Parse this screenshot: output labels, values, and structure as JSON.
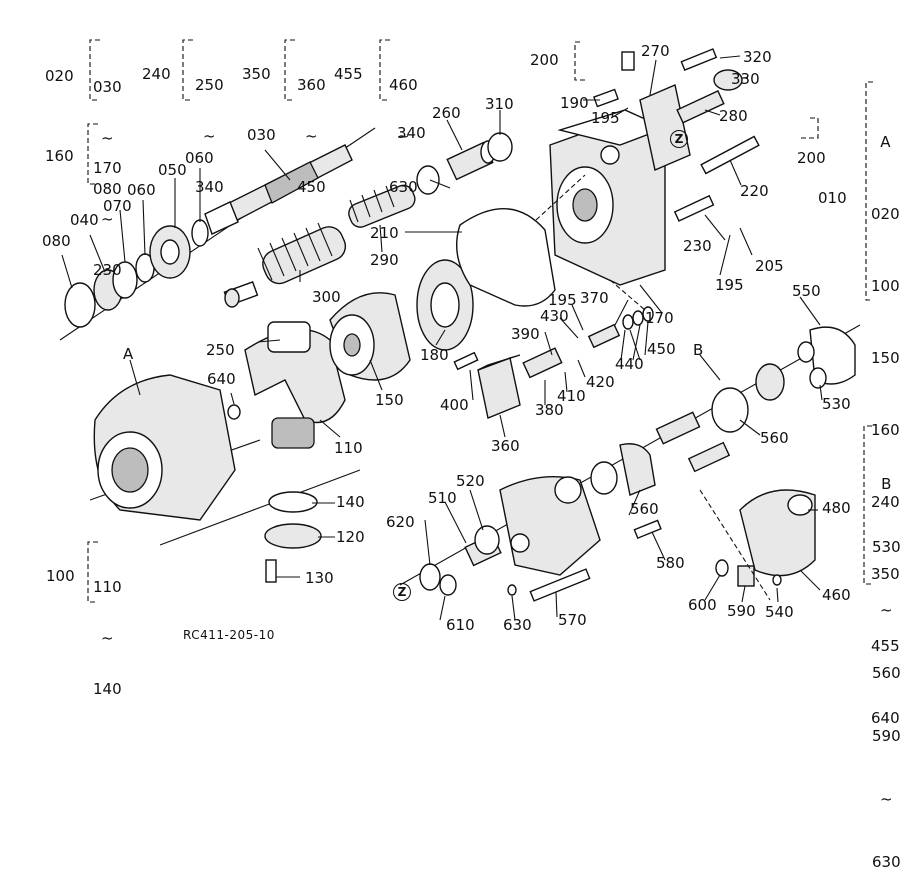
{
  "footer_code": "RC411-205-10",
  "zone_marker": "Z",
  "groups": [
    {
      "key": "g020",
      "label": "020",
      "range": [
        "030",
        "~",
        "080"
      ]
    },
    {
      "key": "g240",
      "label": "240",
      "range": [
        "250",
        "~",
        "340"
      ]
    },
    {
      "key": "g350",
      "label": "350",
      "range": [
        "360",
        "~",
        "450"
      ]
    },
    {
      "key": "g455",
      "label": "455",
      "range": [
        "460",
        "~",
        "630"
      ]
    },
    {
      "key": "g160",
      "label": "160",
      "range": [
        "170",
        "~",
        "230"
      ]
    },
    {
      "key": "g100",
      "label": "100",
      "range": [
        "110",
        "~",
        "140"
      ]
    },
    {
      "key": "gA",
      "label": "010",
      "range": [
        "A",
        "020",
        "100",
        "150",
        "160",
        "240",
        "350",
        "455",
        "640"
      ]
    },
    {
      "key": "gB",
      "label": "B",
      "range": [
        "530",
        "~",
        "560",
        "590",
        "~",
        "630"
      ]
    }
  ],
  "callouts": {
    "c030": "030",
    "c040": "040",
    "c050": "050",
    "c060a": "060",
    "c060b": "060",
    "c070": "070",
    "c080": "080",
    "c110": "110",
    "c120": "120",
    "c130": "130",
    "c140": "140",
    "c150": "150",
    "c170": "170",
    "c180": "180",
    "c190": "190",
    "c195a": "195",
    "c195b": "195",
    "c195c": "195",
    "c200a": "200",
    "c200b": "200",
    "c205": "205",
    "c210": "210",
    "c220": "220",
    "c230": "230",
    "c250": "250",
    "c260": "260",
    "c270": "270",
    "c280": "280",
    "c290": "290",
    "c300": "300",
    "c310": "310",
    "c320": "320",
    "c330": "330",
    "c340": "340",
    "c360": "360",
    "c370": "370",
    "c380": "380",
    "c390": "390",
    "c400": "400",
    "c410": "410",
    "c420": "420",
    "c430": "430",
    "c440": "440",
    "c450": "450",
    "c460": "460",
    "c480": "480",
    "c510": "510",
    "c520": "520",
    "c530": "530",
    "c540": "540",
    "c550": "550",
    "c560a": "560",
    "c560b": "560",
    "c570": "570",
    "c580": "580",
    "c590": "590",
    "c600": "600",
    "c610": "610",
    "c620": "620",
    "c630": "630",
    "c640": "640",
    "cA": "A",
    "cB": "B"
  }
}
